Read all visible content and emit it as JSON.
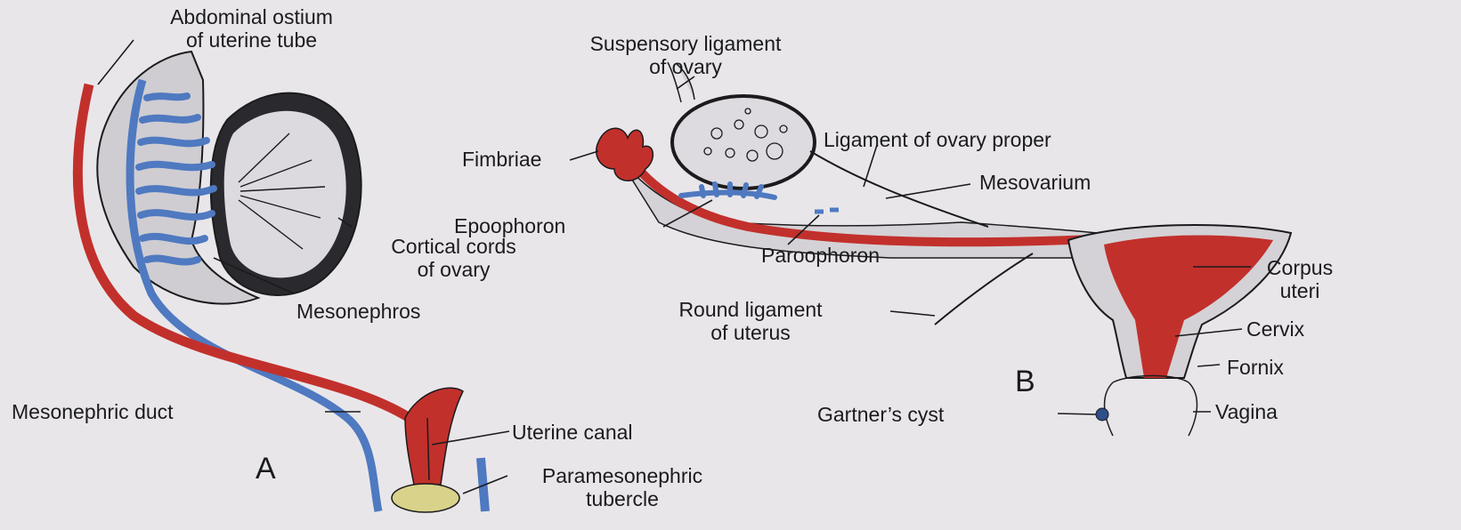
{
  "panel_a": {
    "letter": "A",
    "labels": {
      "abdominal_ostium": [
        "Abdominal ostium",
        "of uterine tube"
      ],
      "cortical_cords": [
        "Cortical cords",
        "of ovary"
      ],
      "mesonephros": "Mesonephros",
      "mesonephric_duct": "Mesonephric duct",
      "uterine_canal": "Uterine canal",
      "paramesonephric_tubercle": [
        "Paramesonephric",
        "tubercle"
      ]
    }
  },
  "panel_b": {
    "letter": "B",
    "labels": {
      "suspensory_ligament": [
        "Suspensory ligament",
        "of ovary"
      ],
      "ligament_ovary_proper": "Ligament of ovary proper",
      "fimbriae": "Fimbriae",
      "mesovarium": "Mesovarium",
      "epoophoron": "Epoophoron",
      "paroophoron": "Paroophoron",
      "corpus_uteri": [
        "Corpus",
        "uteri"
      ],
      "round_ligament": [
        "Round ligament",
        "of uterus"
      ],
      "cervix": "Cervix",
      "fornix": "Fornix",
      "gartners_cyst": "Gartner’s cyst",
      "vagina": "Vagina"
    }
  },
  "colors": {
    "paramesonephric": "#c2302c",
    "mesonephric": "#4f79c0",
    "tissue": "#d4d2d6",
    "outline": "#1b1b1d",
    "tubercle": "#d9d28a"
  }
}
